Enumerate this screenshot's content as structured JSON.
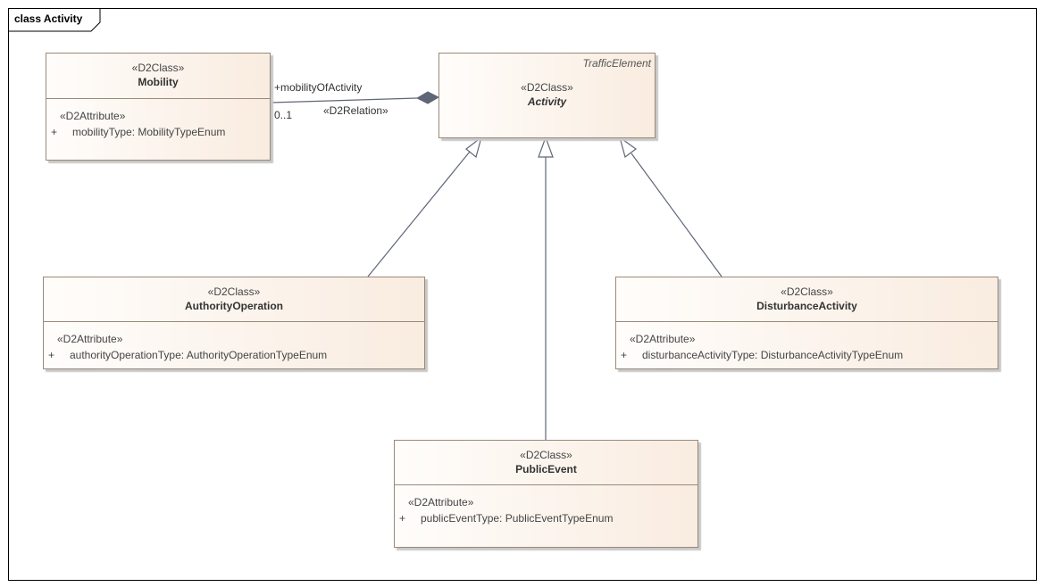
{
  "frame": {
    "label": "class Activity"
  },
  "classes": {
    "mobility": {
      "stereotype": "«D2Class»",
      "name": "Mobility",
      "attr_stereotype": "«D2Attribute»",
      "attr_visibility": "+",
      "attribute": "mobilityType: MobilityTypeEnum"
    },
    "activity": {
      "stereotype": "«D2Class»",
      "name": "Activity",
      "parent": "TrafficElement",
      "abstract": true
    },
    "authority_operation": {
      "stereotype": "«D2Class»",
      "name": "AuthorityOperation",
      "attr_stereotype": "«D2Attribute»",
      "attr_visibility": "+",
      "attribute": "authorityOperationType: AuthorityOperationTypeEnum"
    },
    "disturbance_activity": {
      "stereotype": "«D2Class»",
      "name": "DisturbanceActivity",
      "attr_stereotype": "«D2Attribute»",
      "attr_visibility": "+",
      "attribute": "disturbanceActivityType: DisturbanceActivityTypeEnum"
    },
    "public_event": {
      "stereotype": "«D2Class»",
      "name": "PublicEvent",
      "attr_stereotype": "«D2Attribute»",
      "attr_visibility": "+",
      "attribute": "publicEventType: PublicEventTypeEnum"
    }
  },
  "association": {
    "role": "+mobilityOfActivity",
    "multiplicity": "0..1",
    "stereotype": "«D2Relation»"
  }
}
